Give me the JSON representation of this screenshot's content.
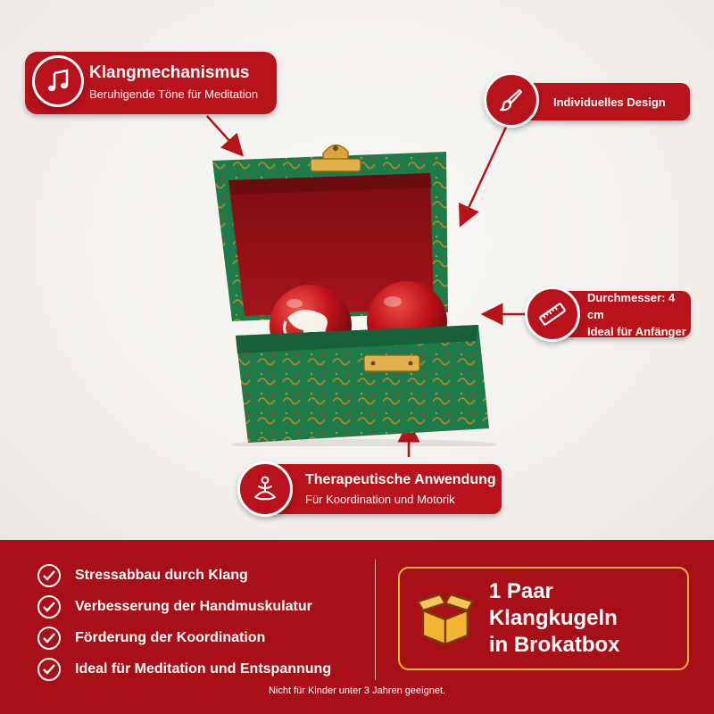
{
  "callouts": {
    "sound": {
      "title": "Klangmechanismus",
      "subtitle": "Beruhigende Töne für Meditation",
      "icon": "music-note-icon"
    },
    "design": {
      "title": "Individuelles Design",
      "icon": "paintbrush-icon"
    },
    "size": {
      "line1": "Durchmesser: 4 cm",
      "line2": "Ideal für Anfänger",
      "icon": "ruler-icon"
    },
    "therapy": {
      "title": "Therapeutische Anwendung",
      "subtitle": "Für Koordination und Motorik",
      "icon": "meditation-icon"
    }
  },
  "benefits": [
    "Stressabbau durch Klang",
    "Verbesserung der Handmuskulatur",
    "Förderung der Koordination",
    "Ideal für Meditation und Entspannung"
  ],
  "package": {
    "line1": "1 Paar Klangkugeln",
    "line2": "in Brokatbox",
    "icon": "open-box-icon"
  },
  "disclaimer": "Nicht für Kinder unter 3 Jahren geeignet.",
  "colors": {
    "accent_red": "#b8121b",
    "banner_red": "#a90f17",
    "gold": "#f2b433",
    "brocade_green": "#1f7a4a"
  }
}
